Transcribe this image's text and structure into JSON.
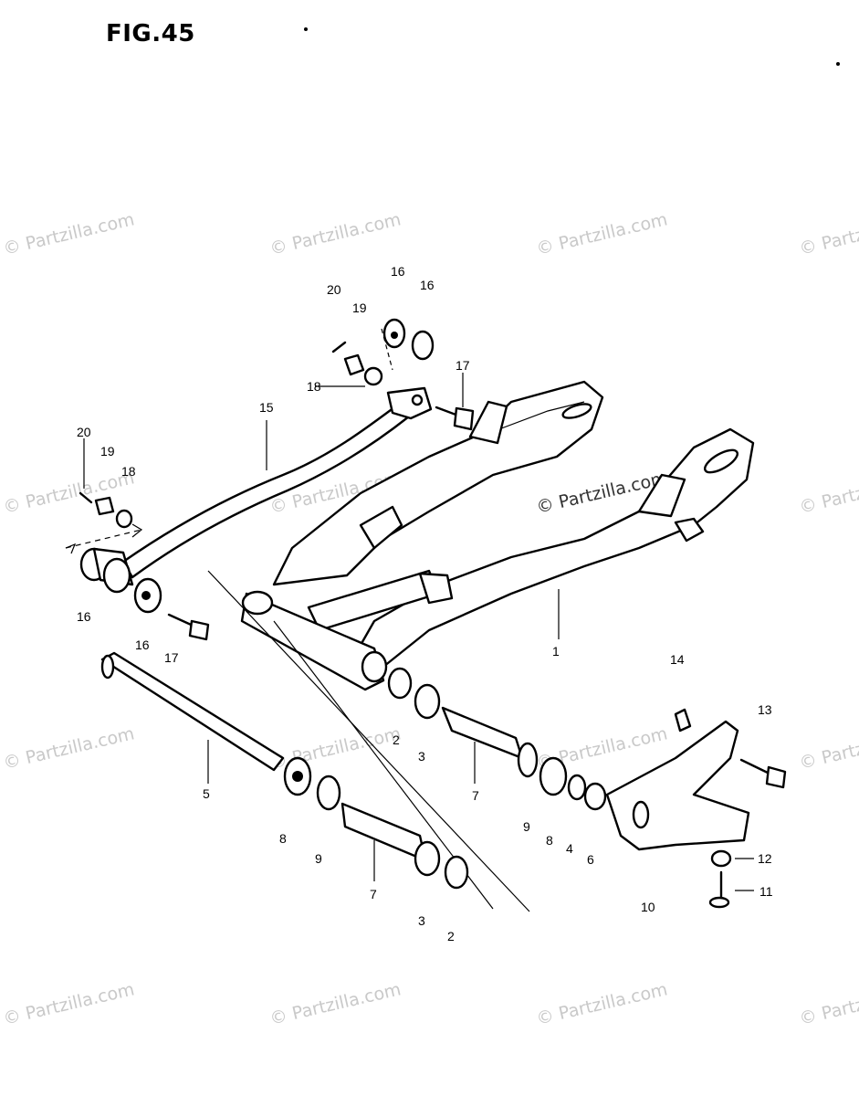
{
  "figure": {
    "title": "FIG.45"
  },
  "watermark": {
    "text": "© Partzilla.com"
  },
  "callouts": {
    "c1": "1",
    "c2a": "2",
    "c2b": "2",
    "c3a": "3",
    "c3b": "3",
    "c4": "4",
    "c5": "5",
    "c6": "6",
    "c7a": "7",
    "c7b": "7",
    "c8a": "8",
    "c8b": "8",
    "c9a": "9",
    "c9b": "9",
    "c10": "10",
    "c11": "11",
    "c12": "12",
    "c13": "13",
    "c14": "14",
    "c15": "15",
    "c16a": "16",
    "c16b": "16",
    "c16c": "16",
    "c16d": "16",
    "c17a": "17",
    "c17b": "17",
    "c18a": "18",
    "c18b": "18",
    "c19a": "19",
    "c19b": "19",
    "c20a": "20",
    "c20b": "20"
  }
}
